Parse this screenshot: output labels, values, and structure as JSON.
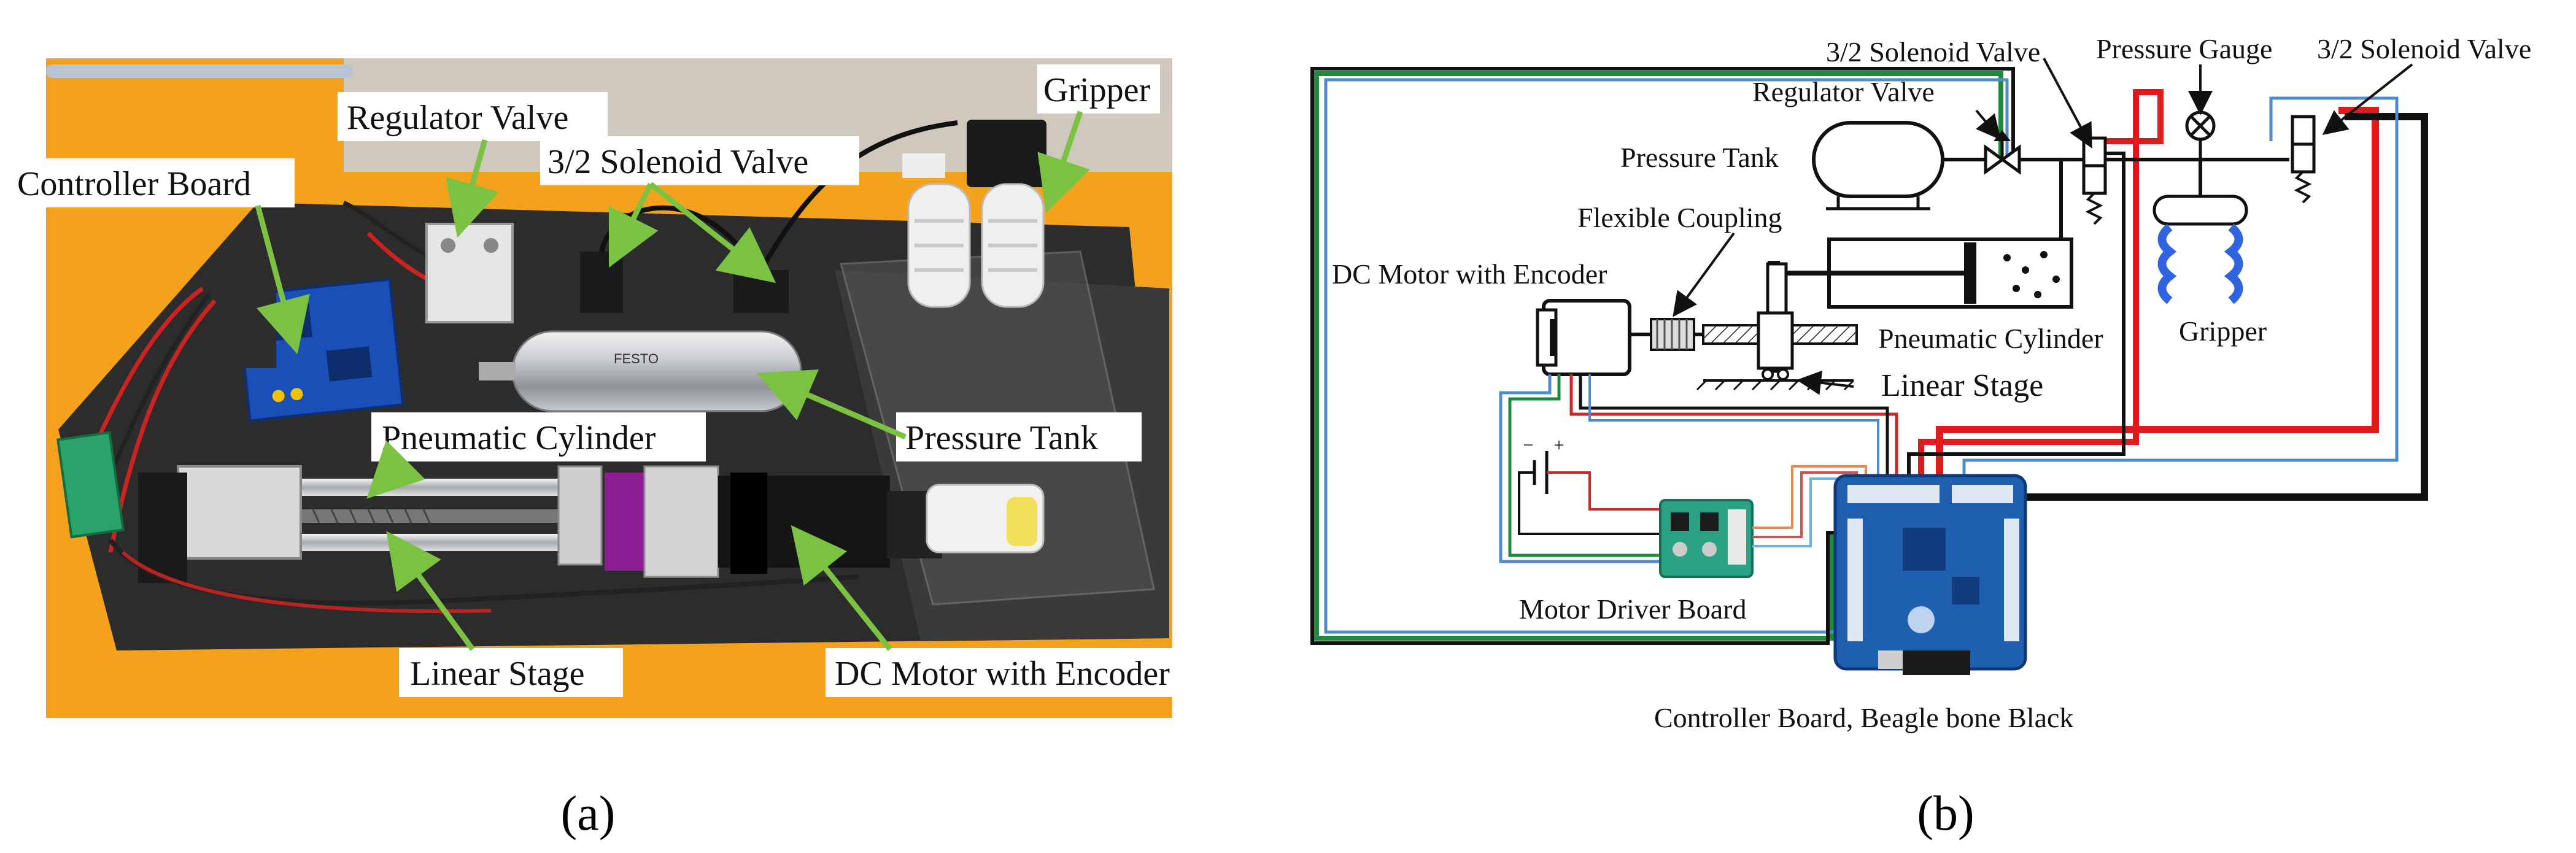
{
  "panel_a": {
    "caption": "(a)",
    "labels": {
      "controller_board": "Controller Board",
      "regulator_valve": "Regulator Valve",
      "solenoid_valve": "3/2 Solenoid Valve",
      "gripper": "Gripper",
      "pneumatic_cylinder": "Pneumatic Cylinder",
      "pressure_tank": "Pressure Tank",
      "linear_stage": "Linear Stage",
      "dc_motor": "DC Motor with Encoder"
    },
    "tank_brand": "FESTO"
  },
  "panel_b": {
    "caption": "(b)",
    "labels": {
      "solenoid_valve_1": "3/2 Solenoid Valve",
      "regulator_valve": "Regulator Valve",
      "pressure_gauge": "Pressure Gauge",
      "solenoid_valve_2": "3/2 Solenoid Valve",
      "pressure_tank": "Pressure Tank",
      "flexible_coupling": "Flexible Coupling",
      "dc_motor": "DC Motor with Encoder",
      "pneumatic_cylinder": "Pneumatic Cylinder",
      "gripper": "Gripper",
      "linear_stage": "Linear Stage",
      "motor_driver": "Motor Driver Board",
      "controller_board": "Controller Board, Beagle bone Black",
      "battery_minus": "−",
      "battery_plus": "+"
    }
  },
  "colors": {
    "annotation_arrow": "#7cc242",
    "wire_red": "#e01b1b",
    "wire_black": "#111111",
    "wire_green": "#1e8a3c",
    "wire_blue": "#4f8cc9",
    "gripper_blue": "#2f63e0",
    "board_blue": "#1f5fb0",
    "driver_green": "#2aa384",
    "table_orange": "#f4a21b"
  }
}
